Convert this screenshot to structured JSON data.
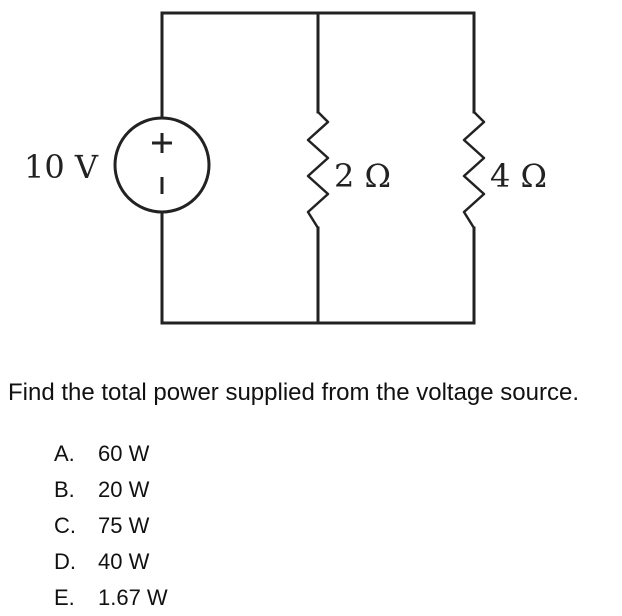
{
  "circuit": {
    "source_label": "10 V",
    "source_plus": "+",
    "source_minus": "−",
    "resistor1_label": "2 Ω",
    "resistor2_label": "4 Ω"
  },
  "question": {
    "text": "Find the total power supplied from the voltage source.",
    "choices": [
      {
        "letter": "A.",
        "text": "60 W"
      },
      {
        "letter": "B.",
        "text": "20 W"
      },
      {
        "letter": "C.",
        "text": "75 W"
      },
      {
        "letter": "D.",
        "text": "40 W"
      },
      {
        "letter": "E.",
        "text": "1.67 W"
      }
    ]
  }
}
